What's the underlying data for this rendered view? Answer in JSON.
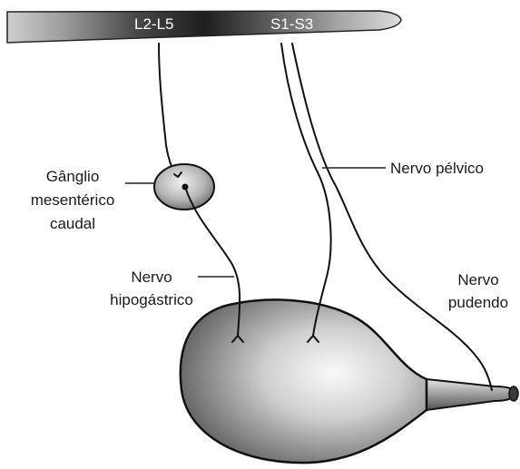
{
  "spinal_cord": {
    "segment_lumbar": "L2-L5",
    "segment_sacral": "S1-S3"
  },
  "labels": {
    "ganglion_line1": "Gânglio",
    "ganglion_line2": "mesentérico",
    "ganglion_line3": "caudal",
    "pelvic_nerve": "Nervo pélvico",
    "hypogastric_line1": "Nervo",
    "hypogastric_line2": "hipogástrico",
    "pudendal_line1": "Nervo",
    "pudendal_line2": "pudendo"
  },
  "colors": {
    "cord_dark": "#2a2a2a",
    "cord_light": "#bdbdbd",
    "bladder_light": "#f2f2f2",
    "bladder_dark": "#6e6e6e"
  }
}
